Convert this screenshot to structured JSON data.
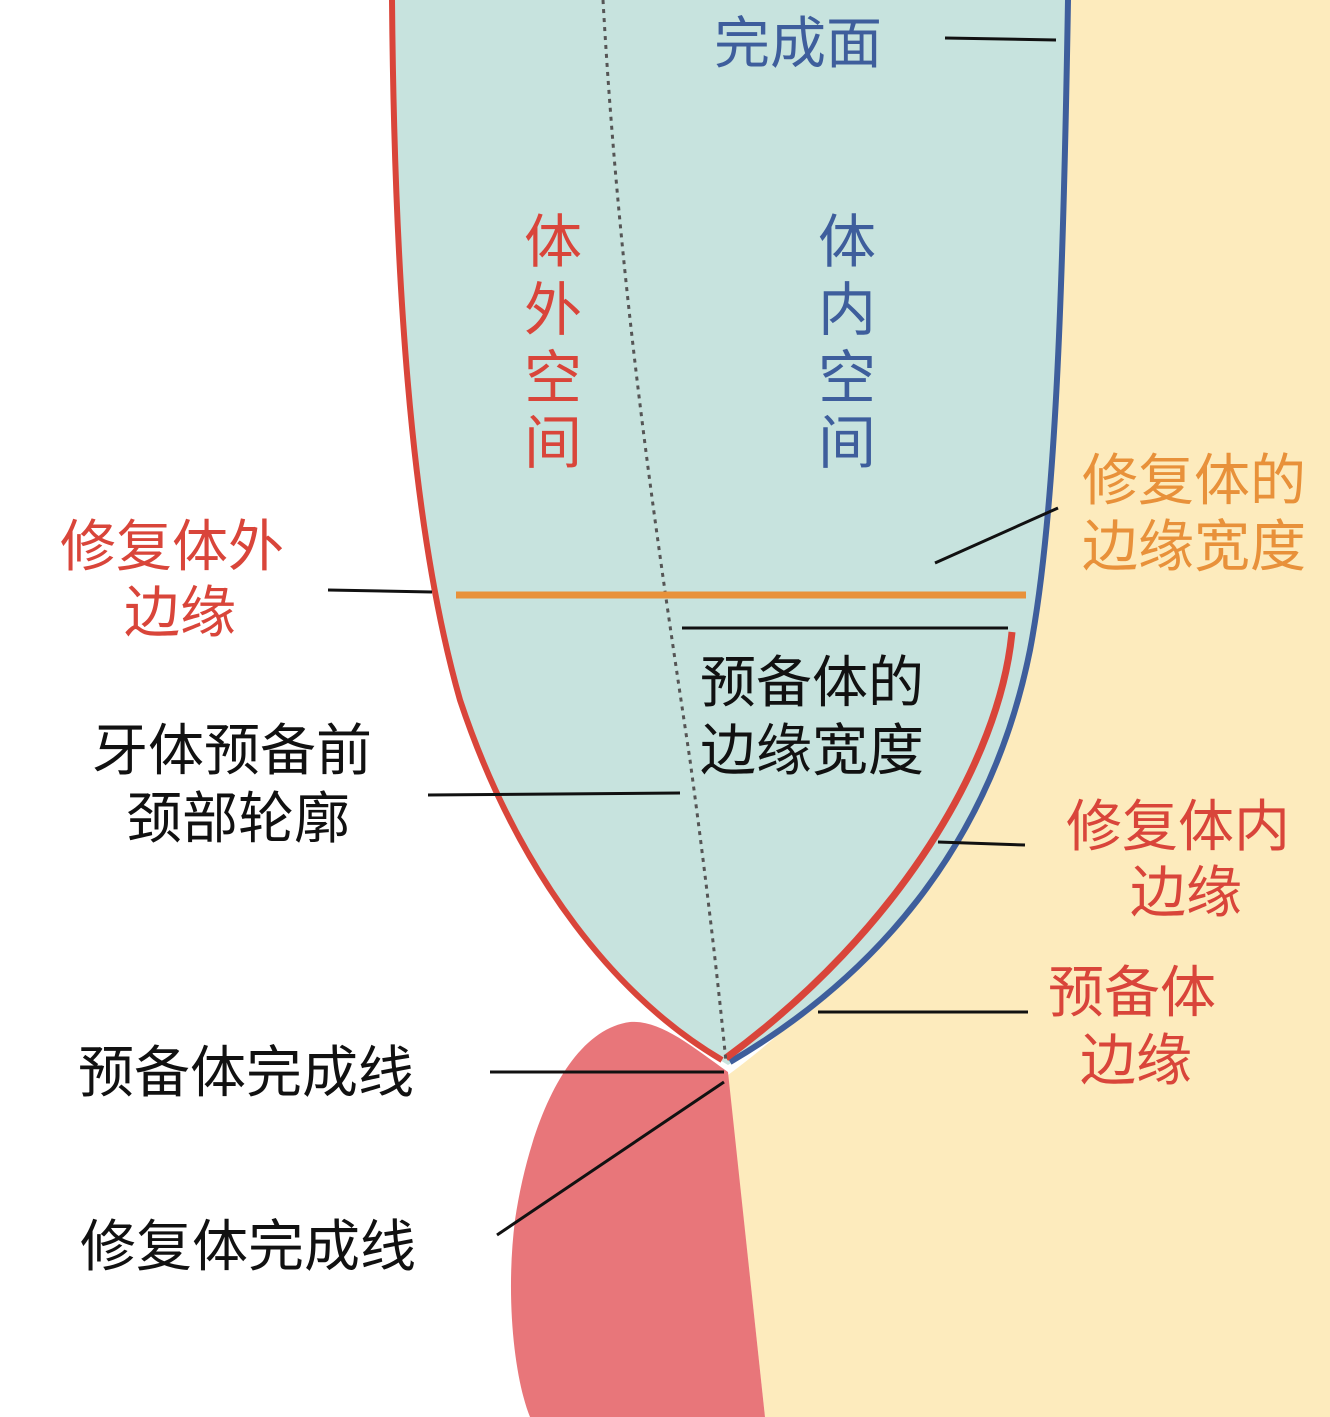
{
  "colors": {
    "background": "#ffffff",
    "tooth_fill": "#c7e3de",
    "dentin_bg": "#fdebbd",
    "gingiva": "#e8767a",
    "outer_margin_line": "#d9453a",
    "inner_surface_line": "#3e5e9c",
    "margin_width_line": "#e8913a",
    "leader_line": "#111111"
  },
  "labels": {
    "finish_surface": "完成面",
    "extra_space": [
      "体",
      "外",
      "空",
      "间"
    ],
    "intra_space": [
      "体",
      "内",
      "空",
      "间"
    ],
    "restoration_margin_width": [
      "修复体的",
      "边缘宽度"
    ],
    "restoration_outer_margin": [
      "修复体外",
      "边缘"
    ],
    "prep_margin_width": [
      "预备体的",
      "边缘宽度"
    ],
    "pre_prep_cervical_contour": [
      "牙体预备前",
      "颈部轮廓"
    ],
    "restoration_inner_margin": [
      "修复体内",
      "边缘"
    ],
    "prep_margin": [
      "预备体",
      "边缘"
    ],
    "prep_finish_line": "预备体完成线",
    "restoration_finish_line": "修复体完成线"
  }
}
